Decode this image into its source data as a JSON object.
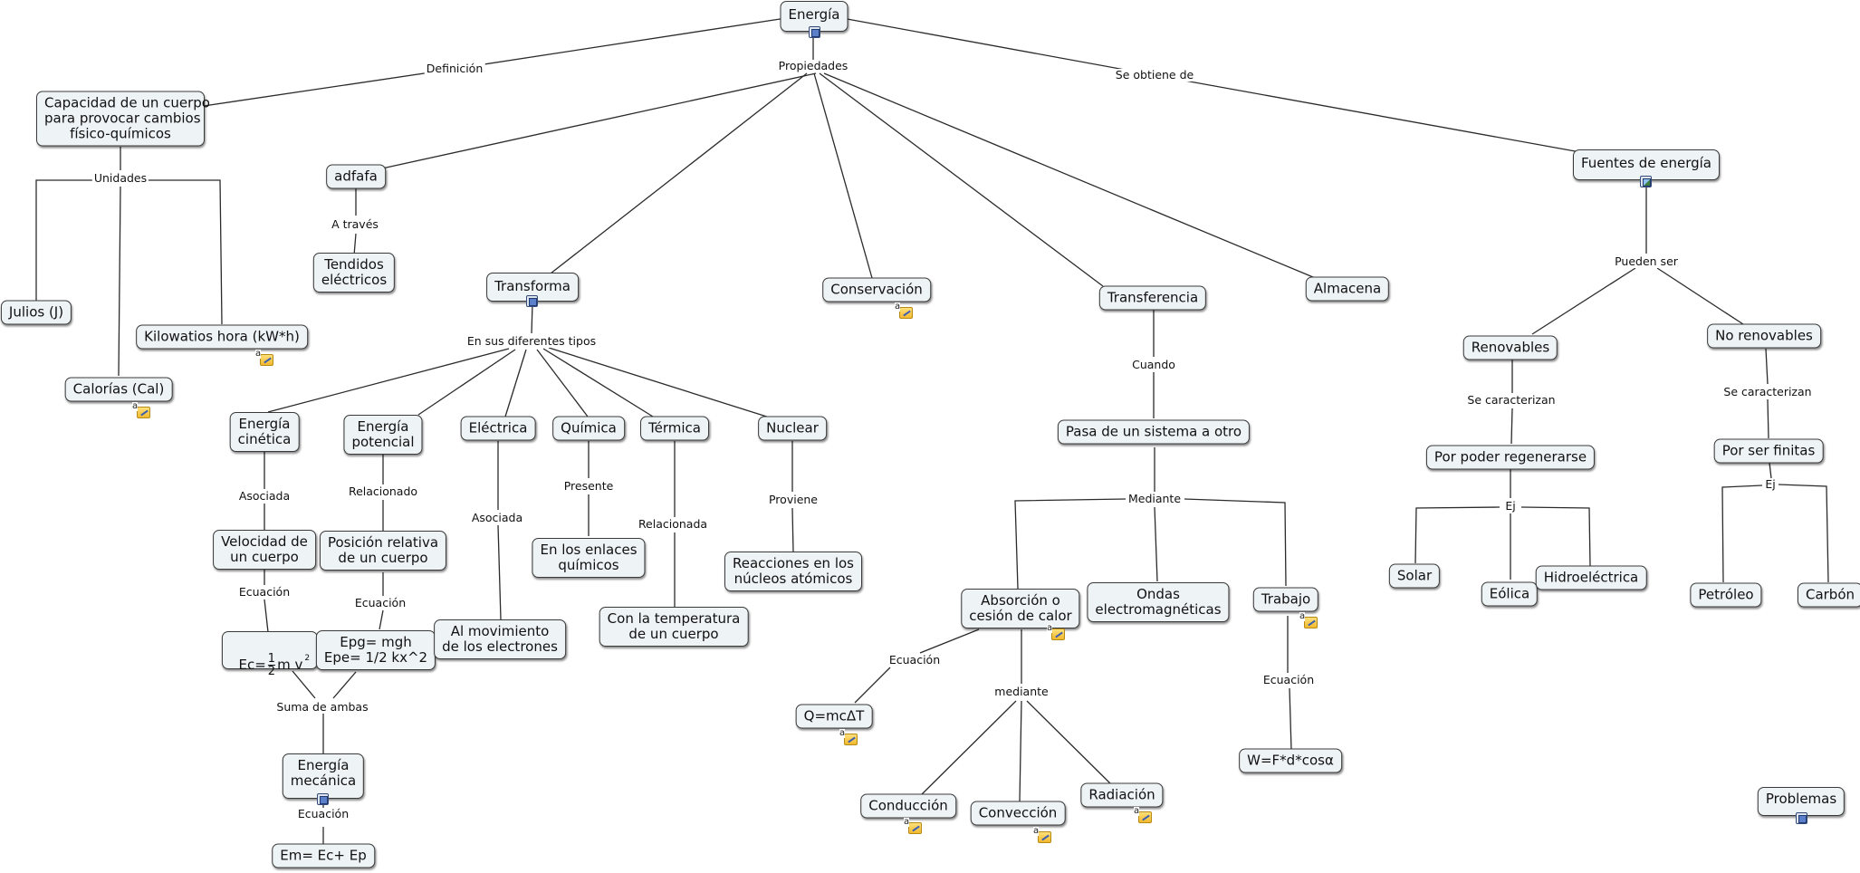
{
  "map": {
    "nodes": {
      "energia": "Energía",
      "capacidad": "Capacidad de un cuerpo\npara provocar cambios\nfísico-químicos",
      "julios": "Julios (J)",
      "kilowatios": "Kilowatios hora (kW*h)",
      "calorias": "Calorías (Cal)",
      "adfafa": "adfafa",
      "tendidos": "Tendidos\neléctricos",
      "transforma": "Transforma",
      "conservacion": "Conservación",
      "transferencia": "Transferencia",
      "almacena": "Almacena",
      "fuentes": "Fuentes de energía",
      "cinetica": "Energía\ncinética",
      "potencial": "Energía\npotencial",
      "electrica": "Eléctrica",
      "quimica": "Química",
      "termica": "Térmica",
      "nuclear": "Nuclear",
      "velocidad": "Velocidad de\nun cuerpo",
      "posicion": "Posición relativa\nde un cuerpo",
      "ec_formula": "Ec=",
      "ec_num": "1",
      "ec_den": "2",
      "ec_mv": "m v",
      "ec_exp": "2",
      "epg": "Epg= mgh\nEpe= 1/2 kx^2",
      "movimiento": "Al movimiento\nde los electrones",
      "enlaces": "En los enlaces\nquímicos",
      "temperatura": "Con la temperatura\nde un cuerpo",
      "reacciones": "Reacciones en los\nnúcleos atómicos",
      "mecanica": "Energía\nmecánica",
      "em": "Em= Ec+ Ep",
      "pasa": "Pasa de un sistema a otro",
      "absorcion": "Absorción o\ncesión de calor",
      "ondas": "Ondas\nelectromagnéticas",
      "trabajo": "Trabajo",
      "q": "Q=mcΔT",
      "w": "W=F*d*cosα",
      "conduccion": "Conducción",
      "conveccion": "Convección",
      "radiacion": "Radiación",
      "renovables": "Renovables",
      "no_renovables": "No renovables",
      "regenerarse": "Por poder regenerarse",
      "finitas": "Por ser finitas",
      "solar": "Solar",
      "eolica": "Eólica",
      "hidroelectrica": "Hidroeléctrica",
      "petroleo": "Petróleo",
      "carbon": "Carbón",
      "problemas": "Problemas"
    },
    "linking_phrases": {
      "definicion": "Definición",
      "propiedades": "Propiedades",
      "se_obtiene": "Se obtiene de",
      "unidades": "Unidades",
      "a_traves": "A través",
      "diferentes_tipos": "En sus diferentes tipos",
      "asociada_cin": "Asociada",
      "relacionado": "Relacionado",
      "asociada_ele": "Asociada",
      "presente": "Presente",
      "relacionada": "Relacionada",
      "proviene": "Proviene",
      "ecuacion_cin": "Ecuación",
      "ecuacion_pot": "Ecuación",
      "suma": "Suma de ambas",
      "ecuacion_mec": "Ecuación",
      "cuando": "Cuando",
      "mediante": "Mediante",
      "ecuacion_abs": "Ecuación",
      "mediante2": "mediante",
      "ecuacion_tra": "Ecuación",
      "pueden_ser": "Pueden ser",
      "caracterizan_r": "Se caracterizan",
      "caracterizan_nr": "Se caracterizan",
      "ej_r": "Ej",
      "ej_nr": "Ej"
    },
    "icons": {
      "note": "annotation-note-icon",
      "resource": "attached-resource-icon",
      "image": "attached-image-icon"
    }
  }
}
